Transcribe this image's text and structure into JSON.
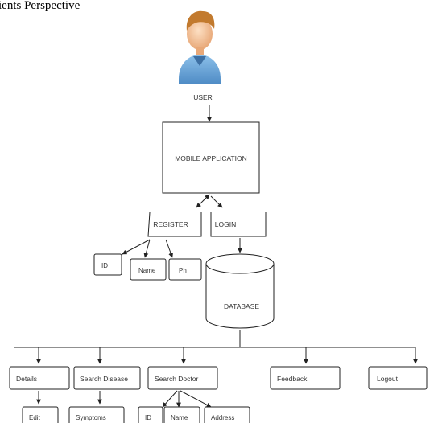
{
  "heading": "ients Perspective",
  "icons": {
    "user": "user-avatar-icon"
  },
  "nodes": {
    "user": "USER",
    "mobile_app": "MOBILE APPLICATION",
    "register": "REGISTER",
    "login": "LOGIN",
    "reg_id": "ID",
    "reg_name": "Name",
    "reg_ph": "Ph",
    "database": "DATABASE",
    "details": "Details",
    "search_disease": "Search Disease",
    "search_doctor": "Search Doctor",
    "feedback": "Feedback",
    "logout": "Logout",
    "edit": "Edit",
    "symptoms": "Symptoms",
    "doc_id": "ID",
    "doc_name": "Name",
    "doc_address": "Address"
  },
  "colors": {
    "line": "#222222",
    "skin": "#f4c49a",
    "hair": "#c27a2e",
    "shirt": "#6aa3d6"
  }
}
